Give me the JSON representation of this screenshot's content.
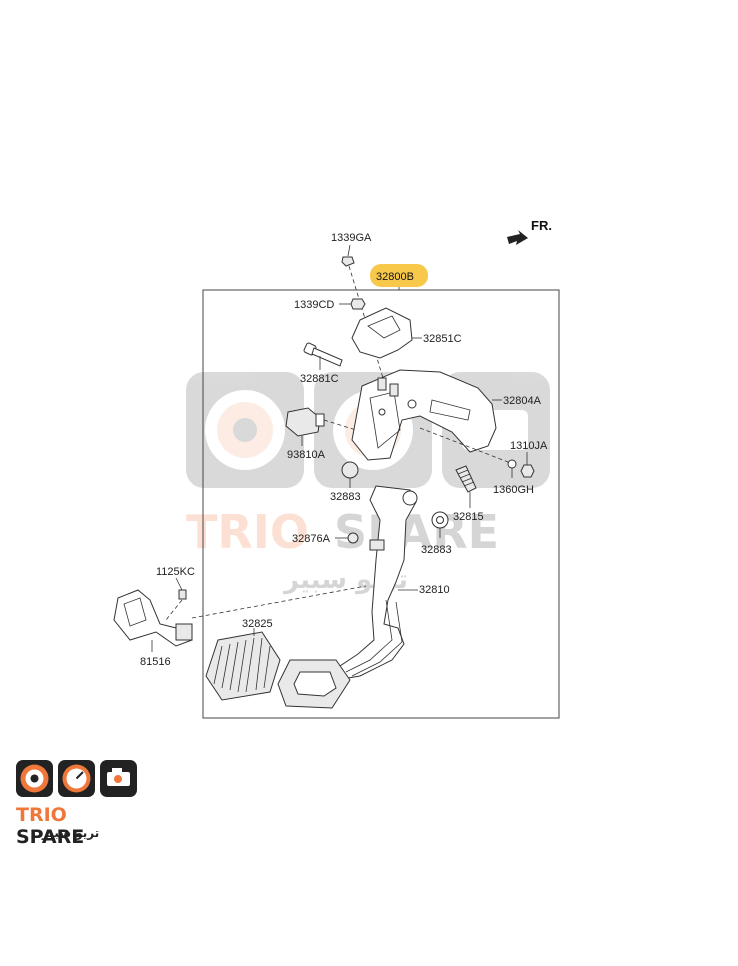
{
  "diagram": {
    "direction_label": "FR.",
    "highlighted_part": "32800B",
    "part_labels": {
      "p1339GA": "1339GA",
      "p1339CD": "1339CD",
      "p32851C": "32851C",
      "p32881C": "32881C",
      "p32804A": "32804A",
      "p93810A": "93810A",
      "p1310JA": "1310JA",
      "p1360GH": "1360GH",
      "p32883a": "32883",
      "p32815": "32815",
      "p32876A": "32876A",
      "p32883b": "32883",
      "p1125KC": "1125KC",
      "p32810": "32810",
      "p32825": "32825",
      "p81516": "81516"
    },
    "highlight_color": "#f7c84a"
  },
  "watermark": {
    "text_latin_1": "TRIO",
    "text_latin_2": "SPARE",
    "text_arabic": "تريو سبير"
  },
  "logo": {
    "title_1": "TRIO",
    "title_2": "SPARE",
    "subtitle": "تريو سبير",
    "accent_color": "#f0773a",
    "icons": [
      "speaker-icon",
      "speedometer-icon",
      "engine-icon"
    ]
  }
}
